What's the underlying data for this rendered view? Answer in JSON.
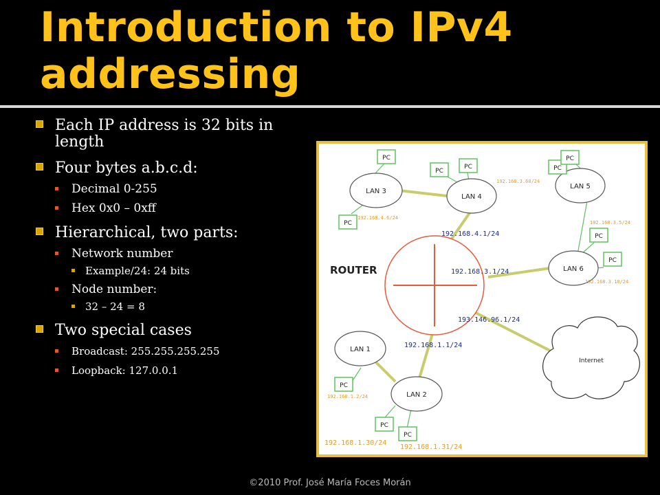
{
  "slide": {
    "title": "Introduction to IPv4 addressing",
    "footer": "©2010 Prof. José María Foces Morán",
    "bullets": [
      {
        "text": "Each IP address is 32 bits in length"
      },
      {
        "text": "Four bytes a.b.c.d:",
        "sub": [
          {
            "text": "Decimal 0-255"
          },
          {
            "text": "Hex 0x0 – 0xff"
          }
        ]
      },
      {
        "text": "Hierarchical, two parts:",
        "sub": [
          {
            "text": "Network number",
            "sub": [
              {
                "text": "Example/24: 24 bits"
              }
            ]
          },
          {
            "text": "Node number:",
            "sub": [
              {
                "text": "32 – 24 = 8"
              }
            ]
          }
        ]
      },
      {
        "text": "Two special cases",
        "sub": [
          {
            "text": "Broadcast: 255.255.255.255"
          },
          {
            "text": "Loopback: 127.0.0.1"
          }
        ]
      }
    ]
  },
  "diagram": {
    "router_label": "ROUTER",
    "lans": {
      "lan1": "LAN 1",
      "lan2": "LAN 2",
      "lan3": "LAN 3",
      "lan4": "LAN 4",
      "lan5": "LAN 5",
      "lan6": "LAN 6"
    },
    "internet_label": "Internet",
    "pc_label": "PC",
    "router_ips": {
      "lan4": "192.168.4.1/24",
      "lan6": "192.168.3.1/24",
      "internet": "193.146.96.1/24",
      "lan2": "192.168.1.1/24"
    },
    "host_ips": {
      "lan3_pc": "192.168.4.6/24",
      "lan5_top": "192.168.3.60/24",
      "lan6_pc1": "192.168.3.5/24",
      "lan6_pc2": "192.168.3.10/24",
      "lan1_pc": "192.168.1.2/24",
      "lan2_pc1": "192.168.1.30/24",
      "lan2_pc2": "192.168.1.31/24"
    },
    "colors": {
      "title": "#ffc21a",
      "frame": "#e8c040",
      "link": "#c8cc6a",
      "pc_border": "#5cc35c",
      "router": "#e85a3a",
      "router_ip_text": "#1a2a8a",
      "host_ip_text": "#e89a20"
    }
  }
}
